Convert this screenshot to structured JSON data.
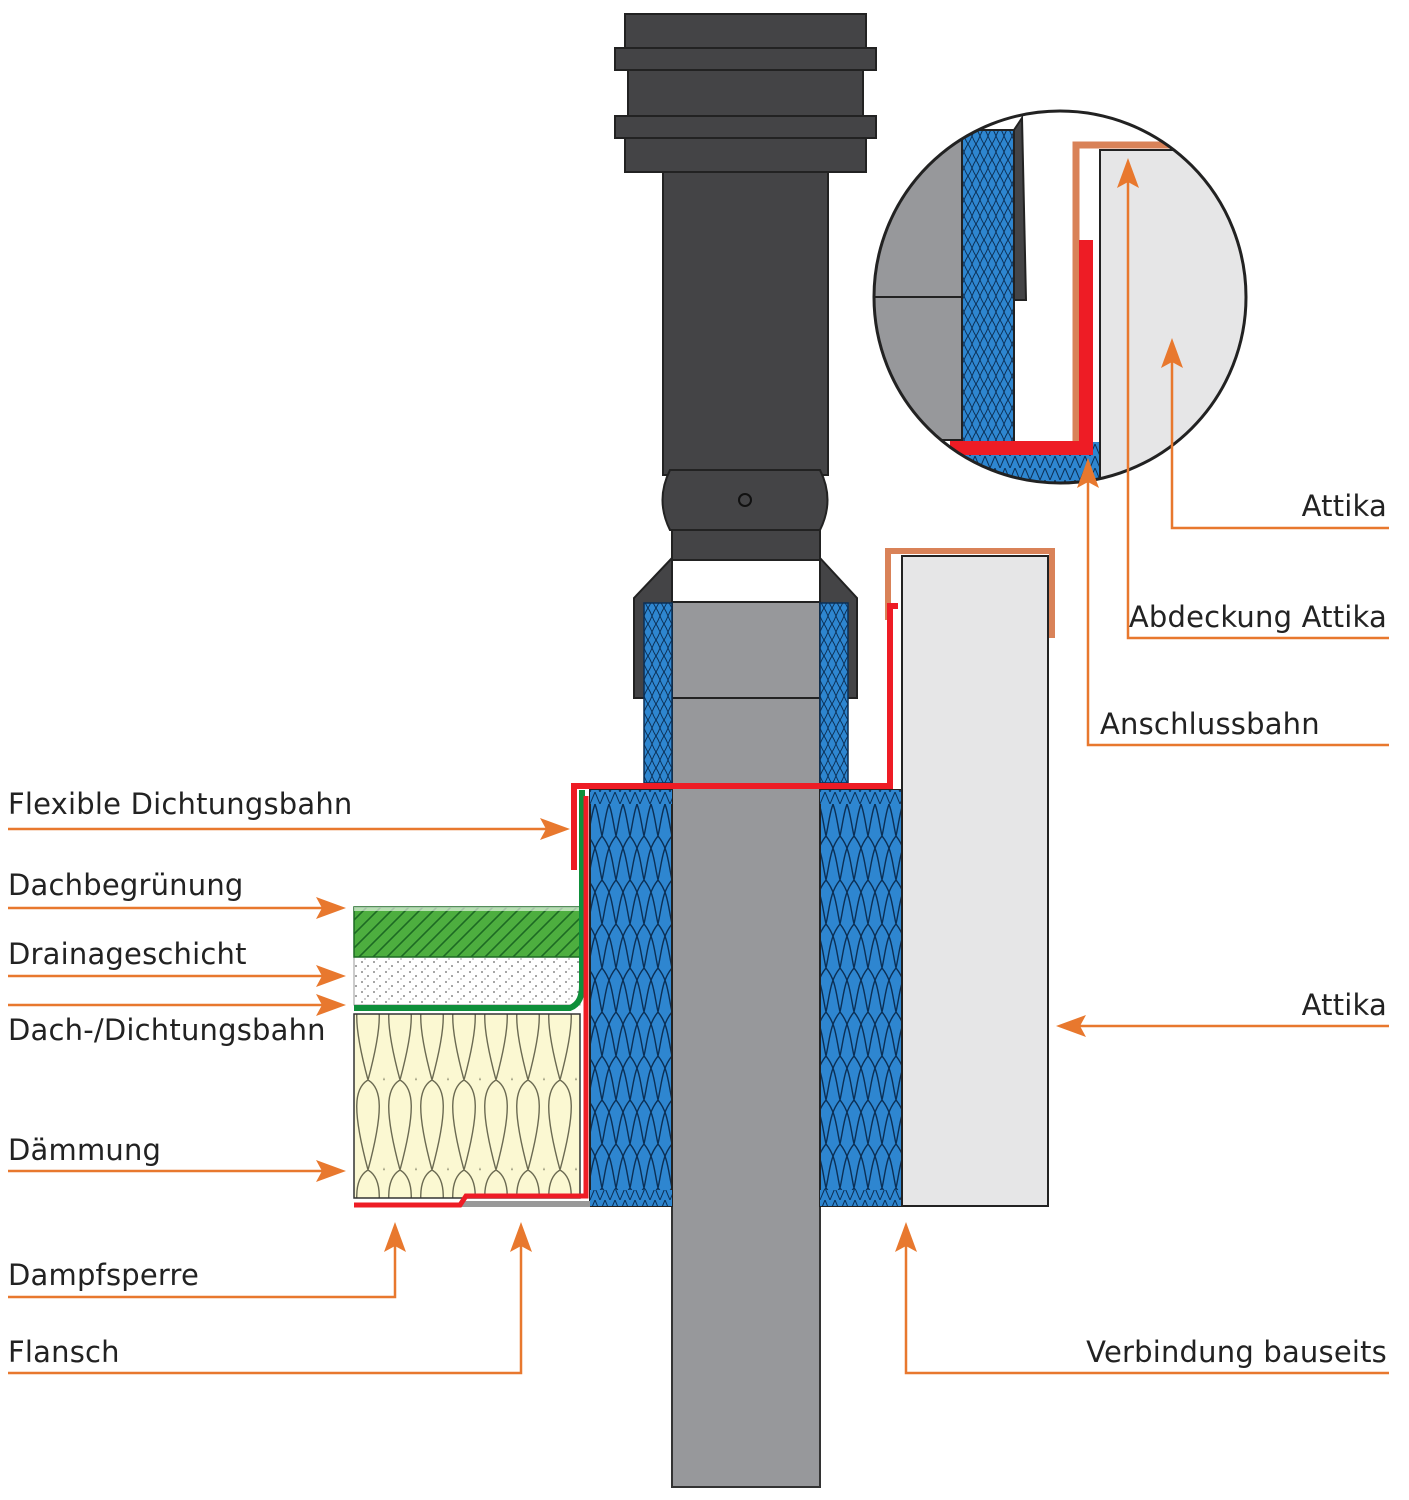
{
  "labels": {
    "flexible_dichtungsbahn": "Flexible Dichtungsbahn",
    "dachbegruenung": "Dachbegrünung",
    "drainageschicht": "Drainageschicht",
    "dach_dichtungsbahn": "Dach-/Dichtungsbahn",
    "daemmung": "Dämmung",
    "dampfsperre": "Dampfsperre",
    "flansch": "Flansch",
    "attika_detail": "Attika",
    "abdeckung_attika": "Abdeckung Attika",
    "anschlussbahn": "Anschlussbahn",
    "attika_main": "Attika",
    "verbindung_bauseits": "Verbindung bauseits"
  },
  "colors": {
    "leader": "#E8782E",
    "pipe_dark": "#444446",
    "pipe_grey": "#97989B",
    "insulation_blue": "#2E86D0",
    "insulation_yellow": "#FBF8D2",
    "green_roof": "#4DAE3F",
    "waterproofing_red": "#EE1C25",
    "membrane_green": "#0E8F3A",
    "attika_grey": "#E6E6E7",
    "cover_copper": "#D98258"
  }
}
